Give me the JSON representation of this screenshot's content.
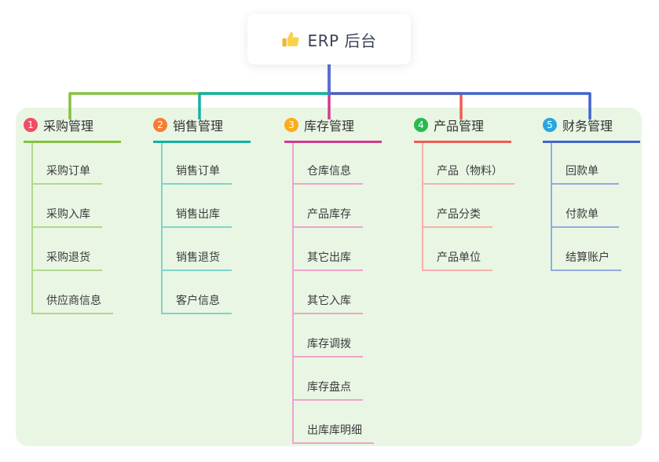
{
  "root": {
    "label": "ERP 后台",
    "icon": "thumbs-up-icon"
  },
  "colors": {
    "canvas_background": "#ffffff",
    "panel_background": "#e9f6e4",
    "trunk_color": "#5a6ed9",
    "root_text": "#3c4454",
    "branch_text": "#333333",
    "child_text": "#3b3b3b"
  },
  "branches": [
    {
      "index": "1",
      "label": "采购管理",
      "badge_color": "#f04d63",
      "line_color": "#86c140",
      "child_line_color": "#b2d98c",
      "children": [
        "采购订单",
        "采购入库",
        "采购退货",
        "供应商信息"
      ]
    },
    {
      "index": "2",
      "label": "销售管理",
      "badge_color": "#f87c34",
      "line_color": "#13b2a4",
      "child_line_color": "#7fd4ca",
      "children": [
        "销售订单",
        "销售出库",
        "销售退货",
        "客户信息"
      ]
    },
    {
      "index": "3",
      "label": "库存管理",
      "badge_color": "#fbad19",
      "line_color": "#d13a8e",
      "child_line_color": "#eda4ca",
      "children": [
        "仓库信息",
        "产品库存",
        "其它出库",
        "其它入库",
        "库存调拨",
        "库存盘点",
        "出库库明细"
      ]
    },
    {
      "index": "4",
      "label": "产品管理",
      "badge_color": "#2ab94f",
      "line_color": "#f05b52",
      "child_line_color": "#f8b0aa",
      "children": [
        "产品（物料）",
        "产品分类",
        "产品单位"
      ]
    },
    {
      "index": "5",
      "label": "财务管理",
      "badge_color": "#2aa6e0",
      "line_color": "#4164cb",
      "child_line_color": "#93abe0",
      "children": [
        "回款单",
        "付款单",
        "结算账户"
      ]
    }
  ]
}
